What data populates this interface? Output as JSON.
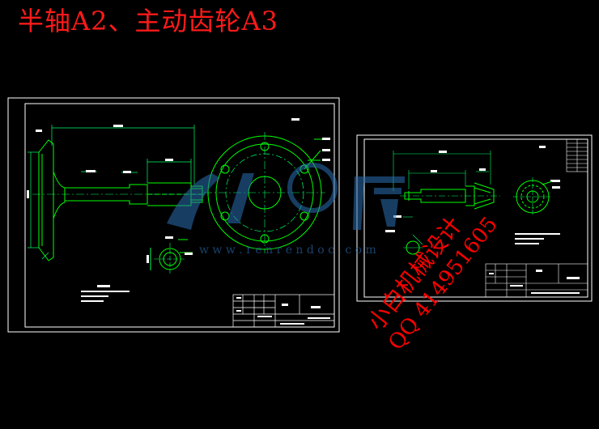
{
  "header": {
    "title": "半轴A2、主动齿轮A3"
  },
  "sheets": [
    {
      "name": "half-shaft-A2"
    },
    {
      "name": "driving-gear-A3"
    }
  ],
  "watermark": {
    "site_text": "w w w . r e n r e n d o c . c o m"
  },
  "stamp": {
    "line1": "小白机械设计",
    "line2": "QQ 414951605"
  },
  "colors": {
    "frame": "#ffffff",
    "geometry": "#00ff00",
    "dimension": "#00ff66",
    "title": "#ff1a1a",
    "watermark": "#2a6fb3",
    "stamp": "#ff0000"
  }
}
